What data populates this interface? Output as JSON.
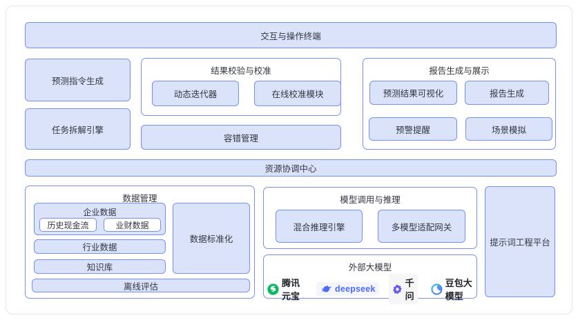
{
  "colors": {
    "node_fill": "#dbe3fb",
    "node_border": "#7590f5",
    "group_fill": "#ffffff",
    "text": "#333640",
    "card_border": "#e4e4e8",
    "deepseek_blue": "#4d6bfe",
    "yuanbao_green": "#09b862",
    "qwen_purple": "#6156e8",
    "doubao_blue": "#38bdf8"
  },
  "top_bar": {
    "label": "交互与操作终端"
  },
  "left_column": {
    "items": [
      {
        "label": "预测指令生成"
      },
      {
        "label": "任务拆解引擎"
      }
    ]
  },
  "verification": {
    "title": "结果校验与校准",
    "items": [
      {
        "label": "动态迭代器"
      },
      {
        "label": "在线校准模块"
      }
    ]
  },
  "fault": {
    "label": "容错管理"
  },
  "report": {
    "title": "报告生成与展示",
    "items": [
      {
        "label": "预测结果可视化"
      },
      {
        "label": "报告生成"
      },
      {
        "label": "预警提醒"
      },
      {
        "label": "场景模拟"
      }
    ]
  },
  "resource": {
    "label": "资源协调中心"
  },
  "data_mgmt": {
    "title": "数据管理",
    "enterprise": {
      "title": "企业数据",
      "items": [
        {
          "label": "历史现金流"
        },
        {
          "label": "业财数据"
        }
      ]
    },
    "industry": {
      "label": "行业数据"
    },
    "knowledge": {
      "label": "知识库"
    },
    "standardization": {
      "label": "数据标准化"
    },
    "offline": {
      "label": "离线评估"
    }
  },
  "models": {
    "title": "模型调用与推理",
    "items": [
      {
        "label": "混合推理引擎"
      },
      {
        "label": "多模型适配网关"
      }
    ]
  },
  "external": {
    "title": "外部大模型",
    "logos": [
      {
        "name": "tencent-yuanbao",
        "label": "腾讯元宝"
      },
      {
        "name": "deepseek",
        "label": "deepseek"
      },
      {
        "name": "qwen",
        "label": "千问"
      },
      {
        "name": "doubao",
        "label": "豆包大模型"
      }
    ]
  },
  "prompt": {
    "label": "提示词工程平台"
  }
}
